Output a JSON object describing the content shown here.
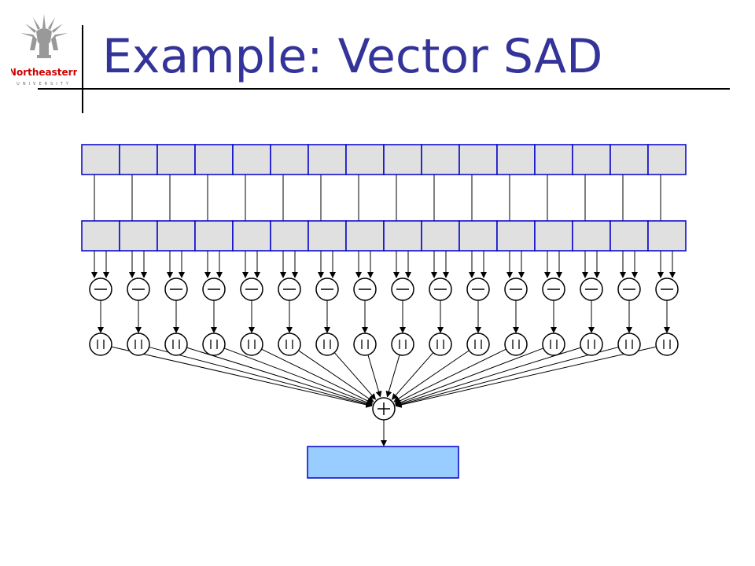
{
  "slide": {
    "title": "Example: Vector SAD"
  },
  "logo": {
    "wordmark": "Northeastern",
    "subtitle": "UNIVERSITY"
  },
  "diagram": {
    "lanes": 16,
    "subtract_symbol": "minus",
    "abs_symbol": "| |",
    "sum_symbol": "plus",
    "colors": {
      "register_fill": "#e0e0e0",
      "result_fill": "#99ccff",
      "stroke": "#000000"
    }
  }
}
